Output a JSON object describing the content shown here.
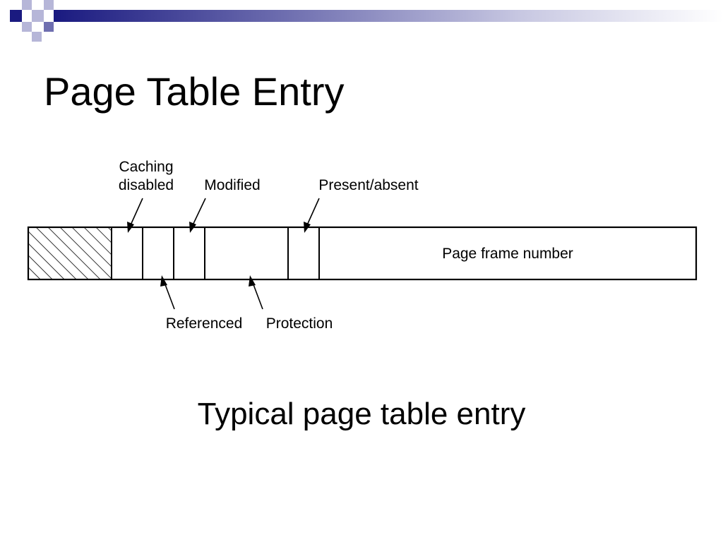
{
  "slide": {
    "title": "Page Table Entry",
    "caption": "Typical page table entry"
  },
  "theme": {
    "accent_dark": "#1a1a80",
    "accent_mid": "#6f6fb0",
    "accent_light": "#b6b6d8",
    "gradient_end": "#ffffff"
  },
  "diagram": {
    "labels": {
      "caching_disabled_line1": "Caching",
      "caching_disabled_line2": "disabled",
      "modified": "Modified",
      "present_absent": "Present/absent",
      "page_frame_number": "Page frame number",
      "referenced": "Referenced",
      "protection": "Protection"
    }
  }
}
